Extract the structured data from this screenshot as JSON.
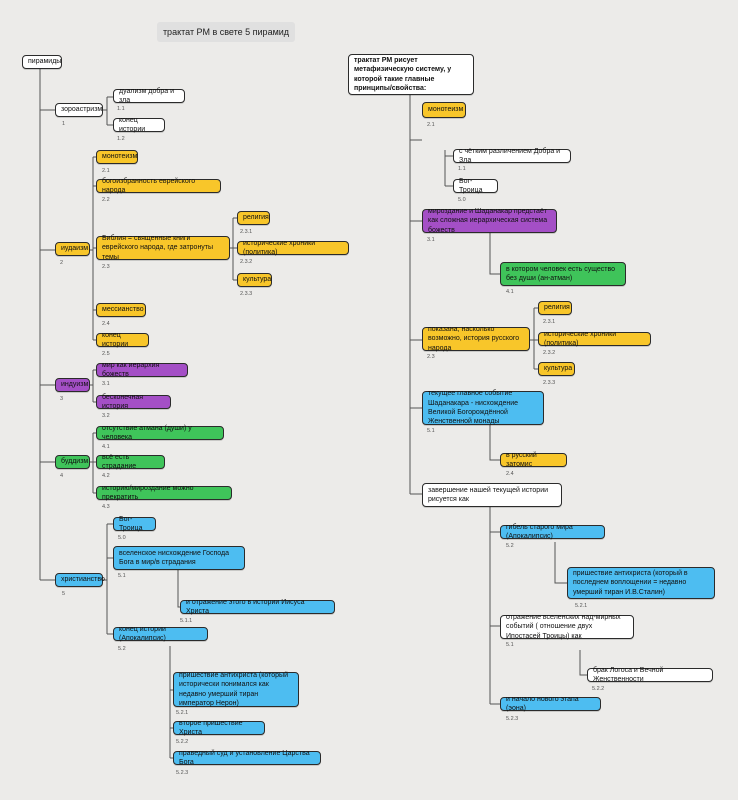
{
  "title": "трактат РМ в свете 5 пирамид",
  "left": {
    "root": "пирамиды",
    "zoro": {
      "label": "зороастризм",
      "num": "1",
      "c1": {
        "label": "дуализм добра и зла",
        "num": "1.1"
      },
      "c2": {
        "label": "конец истории",
        "num": "1.2"
      }
    },
    "jud": {
      "label": "иудаизм",
      "num": "2",
      "c1": {
        "label": "монотеизм",
        "num": "2.1"
      },
      "c2": {
        "label": "богоизбранность еврейского народа",
        "num": "2.2"
      },
      "c3": {
        "label": "Библия = священные книги еврейского народа, где затронуты темы",
        "num": "2.3",
        "s1": {
          "label": "религия",
          "num": "2.3.1"
        },
        "s2": {
          "label": "исторические хроники (политика)",
          "num": "2.3.2"
        },
        "s3": {
          "label": "культура",
          "num": "2.3.3"
        }
      },
      "c4": {
        "label": "мессианство",
        "num": "2.4"
      },
      "c5": {
        "label": "конец истории",
        "num": "2.5"
      }
    },
    "ind": {
      "label": "индуизм",
      "num": "3",
      "c1": {
        "label": "мир как иерархия божеств",
        "num": "3.1"
      },
      "c2": {
        "label": "бесконечная история",
        "num": "3.2"
      }
    },
    "bud": {
      "label": "буддизм",
      "num": "4",
      "c1": {
        "label": "отсутствие атмана (души) у человека",
        "num": "4.1"
      },
      "c2": {
        "label": "всё есть страдание",
        "num": "4.2"
      },
      "c3": {
        "label": "историю/мироздание можно прекратить",
        "num": "4.3"
      }
    },
    "chr": {
      "label": "христианство",
      "num": "5",
      "c1": {
        "label": "Бог-Троица",
        "num": "5.0"
      },
      "c2": {
        "label": "вселенское нисхождение Господа Бога в мир/в страдания",
        "num": "5.1",
        "s1": {
          "label": "и отражение этого в истории Иисуса Христа",
          "num": "5.1.1"
        }
      },
      "c3": {
        "label": "конец истории (Апокалипсис)",
        "num": "5.2",
        "s1": {
          "label": "пришествие антихриста (который исторически понимался как недавно умерший тиран император Нерон)",
          "num": "5.2.1"
        },
        "s2": {
          "label": "второе пришествие Христа",
          "num": "5.2.2"
        },
        "s3": {
          "label": "праведный суд и установление Царства Бога",
          "num": "5.2.3"
        }
      }
    }
  },
  "right": {
    "root": "трактат РМ рисует метафизическую систему, у которой такие главные принципы/свойства:",
    "mono": {
      "label": "монотеизм",
      "num": "2.1",
      "c1": {
        "label": "с чётким различением Добра и Зла",
        "num": "1.1"
      },
      "c2": {
        "label": "Бог-Троица",
        "num": "5.0"
      }
    },
    "mir": {
      "label": "мироздание и Шаданакар предстаёт как сложная иерархическая система божеств",
      "num": "3.1",
      "c1": {
        "label": "в котором человек есть существо без души (ан-атман)",
        "num": "4.1"
      }
    },
    "rus": {
      "label": "показана, насколько возможно, история русского народа",
      "num": "2.3",
      "s1": {
        "label": "религия",
        "num": "2.3.1"
      },
      "s2": {
        "label": "исторические хроники (политика)",
        "num": "2.3.2"
      },
      "s3": {
        "label": "культура",
        "num": "2.3.3"
      }
    },
    "cur": {
      "label": "текущее главное событие Шаданакара - нисхождение Великой Богорождённой Женственной монады",
      "num": "5.1",
      "c1": {
        "label": "в русский затомис",
        "num": "2.4"
      }
    },
    "end": {
      "label": "завершение нашей текущей истории рисуется как",
      "c1": {
        "label": "гибель старого мира (Апокалипсис)",
        "num": "5.2",
        "s1": {
          "label": "пришествие антихриста (который в последнем воплощении = недавно умерший тиран И.В.Сталин)",
          "num": "5.2.1"
        }
      },
      "c2": {
        "label": "отражение вселенских над-мирных событий ( отношение двух Ипостасей Троицы) как",
        "num": "5.1",
        "s1": {
          "label": "брак Логоса и Вечной Женственности",
          "num": "5.2.2"
        }
      },
      "c3": {
        "label": "и начало нового этапа (эона)",
        "num": "5.2.3"
      }
    }
  }
}
